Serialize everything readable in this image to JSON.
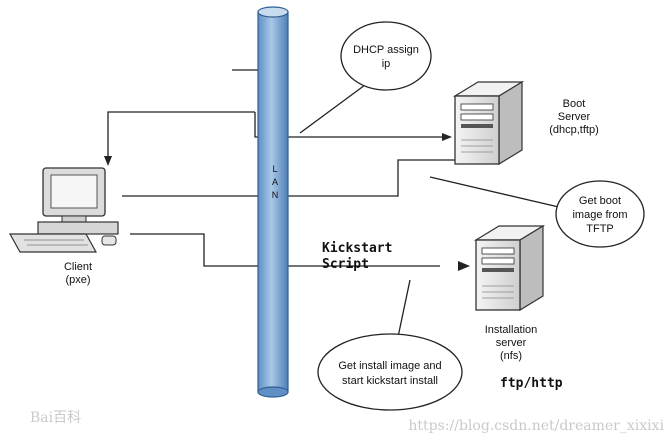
{
  "diagram": {
    "bus_label": "LAN",
    "nodes": {
      "client": {
        "label_line1": "Client",
        "label_line2": "(pxe)"
      },
      "boot_server": {
        "label_line1": "Boot",
        "label_line2": "Server",
        "label_line3": "(dhcp,tftp)"
      },
      "install_server": {
        "label_line1": "Installation",
        "label_line2": "server",
        "label_line3": "(nfs)"
      }
    },
    "callouts": {
      "dhcp": {
        "line1": "DHCP assign",
        "line2": "ip"
      },
      "boot_image": {
        "line1": "Get boot",
        "line2": "image from",
        "line3": "TFTP"
      },
      "install_image": {
        "line1": "Get install image and",
        "line2": "start kickstart install"
      }
    },
    "labels": {
      "kickstart_line1": "Kickstart",
      "kickstart_line2": "Script",
      "protocols": "ftp/http"
    }
  },
  "watermarks": {
    "left_logo": "Bai百科",
    "url": "https://blog.csdn.net/dreamer_xixixi"
  },
  "colors": {
    "lan_bus": "#8fb3d9",
    "lan_bus_dark": "#2f5f93",
    "server_body": "#e4e4e4",
    "line": "#222222"
  }
}
